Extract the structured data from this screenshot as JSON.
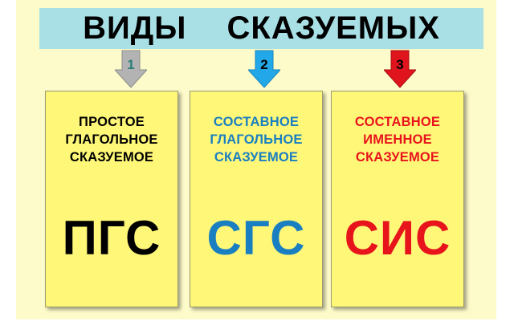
{
  "title": "ВИДЫ СКАЗУЕМЫХ",
  "types": [
    {
      "number": "1",
      "arrow_color": "#b3b3b3",
      "number_color": "#2a7d7a",
      "lines": [
        "ПРОСТОЕ",
        "ГЛАГОЛЬНОЕ",
        "СКАЗУЕМОЕ"
      ],
      "abbr": "ПГС",
      "text_color": "#000000"
    },
    {
      "number": "2",
      "arrow_color": "#22a7e8",
      "number_color": "#000000",
      "lines": [
        "СОСТАВНОЕ",
        "ГЛАГОЛЬНОЕ",
        "СКАЗУЕМОЕ"
      ],
      "abbr": "СГС",
      "text_color": "#1a7fc1"
    },
    {
      "number": "3",
      "arrow_color": "#e0141c",
      "number_color": "#000000",
      "lines": [
        "СОСТАВНОЕ",
        "ИМЕННОЕ",
        "СКАЗУЕМОЕ"
      ],
      "abbr": "СИС",
      "text_color": "#e8141c"
    }
  ]
}
